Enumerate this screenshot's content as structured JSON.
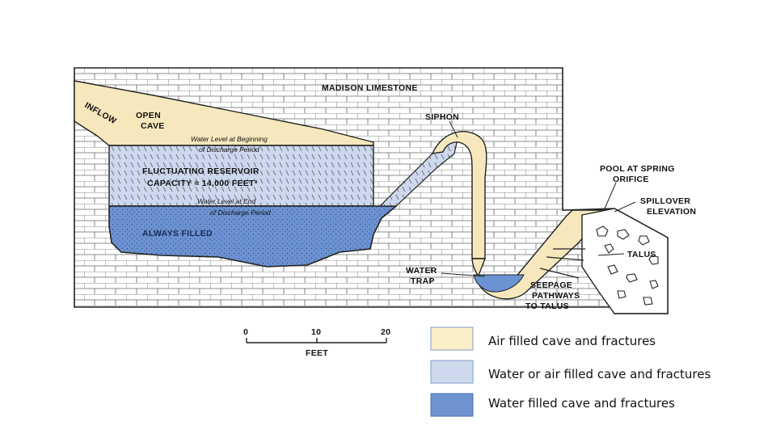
{
  "diagram": {
    "rock_label": "MADISON LIMESTONE",
    "inflow": "INFLOW",
    "open_cave": [
      "OPEN",
      "CAVE"
    ],
    "level_begin": [
      "Water Level at Beginning",
      "of Discharge Period"
    ],
    "reservoir": [
      "FLUCTUATING RESERVOIR",
      "CAPACITY ≈ 14,000 FEET³"
    ],
    "level_end": [
      "Water Level at End",
      "of Discharge Period"
    ],
    "always_filled": "ALWAYS FILLED",
    "siphon": "SIPHON",
    "water_trap": [
      "WATER",
      "TRAP"
    ],
    "seepage": [
      "SEEPAGE",
      "PATHWAYS",
      "TO TALUS"
    ],
    "pool": [
      "POOL AT SPRING",
      "ORIFICE"
    ],
    "spillover": [
      "SPILLOVER",
      "ELEVATION"
    ],
    "talus": "TALUS"
  },
  "scale": {
    "ticks": [
      "0",
      "10",
      "20"
    ],
    "unit": "FEET"
  },
  "legend": [
    {
      "label": "Air filled cave and fractures",
      "color": "#fbefc8"
    },
    {
      "label": "Water or air filled cave and fractures",
      "color": "#cfd9ee"
    },
    {
      "label": "Water filled cave and fractures",
      "color": "#6f94d2"
    }
  ],
  "colors": {
    "air": "#f6e7bd",
    "mixed": "#cdd8ee",
    "water": "#6b92d2",
    "rock_line": "#555555"
  }
}
